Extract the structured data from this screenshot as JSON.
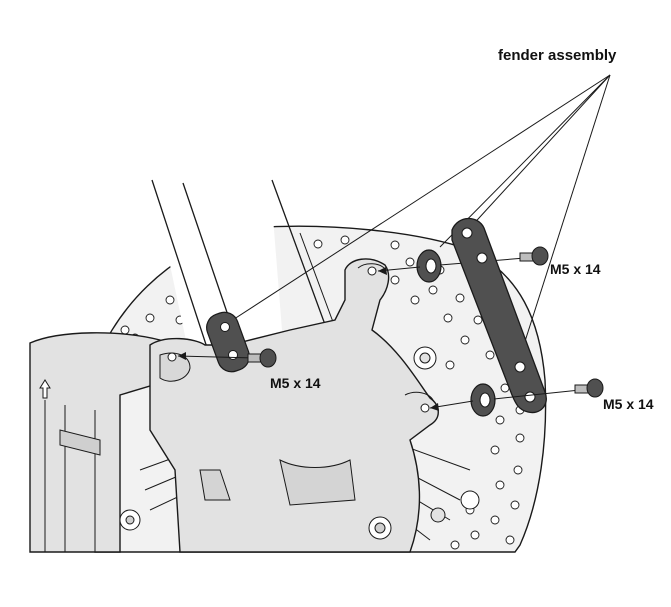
{
  "labels": {
    "fender_assembly": "fender assembly",
    "bolt_left": "M5 x 14",
    "bolt_upper_right": "M5 x 14",
    "bolt_lower_right": "M5 x 14"
  },
  "colors": {
    "part_fill": "#e2e2e2",
    "bracket_fill": "#505050",
    "outline": "#1a1a1a",
    "background": "#ffffff"
  }
}
